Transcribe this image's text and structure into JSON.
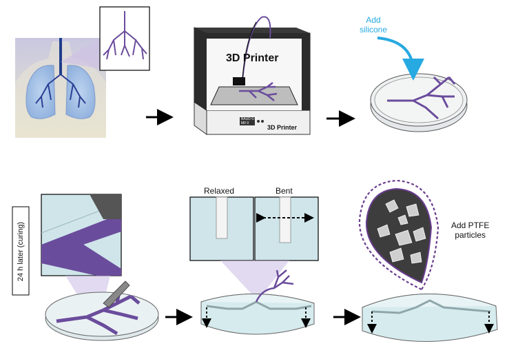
{
  "printer": {
    "front_label": "3D Printer",
    "base_label": "3D Printer",
    "screen_text": "BAUD 0.01\nM0 0"
  },
  "steps": {
    "add_silicone": "Add\nsilicone",
    "curing": "24 h later (curing)",
    "relaxed": "Relaxed",
    "bent": "Bent",
    "add_ptfe": "Add PTFE\nparticles"
  },
  "colors": {
    "branch": "#6a4c9c",
    "silicone_arrow": "#27a9e1",
    "mold_fill": "#d6ebee",
    "inset_fill": "#cfe5ea",
    "ptfe_outline": "#6a3d8f"
  },
  "icons": [
    "lungs-icon",
    "airway-tree-icon",
    "printer-icon",
    "petri-dish-icon",
    "arrow-right-icon",
    "scalpel-icon",
    "ptfe-particle-icon"
  ]
}
